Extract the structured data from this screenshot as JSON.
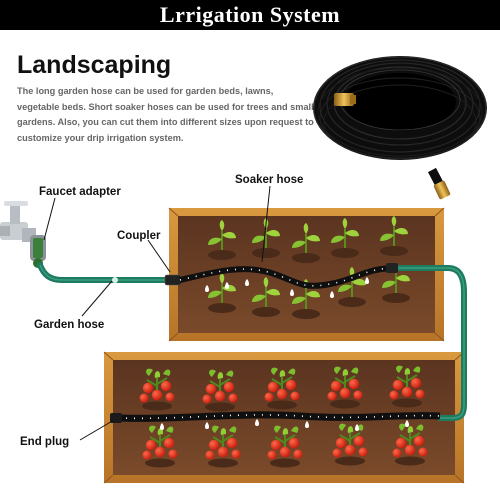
{
  "banner": {
    "title": "Lrrigation System"
  },
  "section": {
    "heading": "Landscaping",
    "description": "The long garden hose can be used for garden beds, lawns, vegetable beds. Short soaker hoses can be used for trees and small gardens. Also, you can cut them into different sizes upon request to customize your drip irrigation system."
  },
  "callouts": {
    "faucet_adapter": "Faucet adapter",
    "soaker_hose": "Soaker hose",
    "coupler": "Coupler",
    "garden_hose": "Garden hose",
    "end_plug": "End plug"
  },
  "colors": {
    "banner": "#000000",
    "planter_wood": "#c98a3a",
    "soil": "#6a3d22",
    "garden_hose": "#1f7a5f",
    "soaker_hose": "#111111",
    "fitting_brass": "#c9962e",
    "tomato": "#e02a1a",
    "leaf": "#7bbd2c"
  },
  "icons": [
    "faucet-icon",
    "coiled-hose-icon",
    "seedling-icon",
    "tomato-plant-icon",
    "water-drop-icon"
  ]
}
